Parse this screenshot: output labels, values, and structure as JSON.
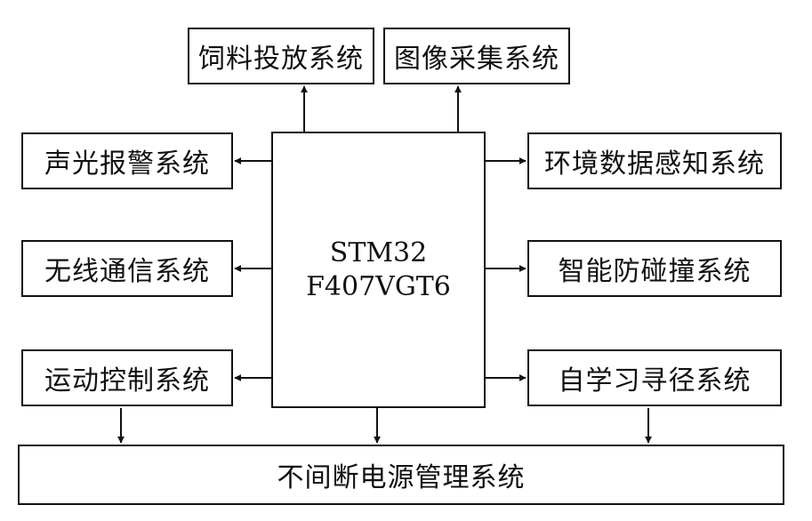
{
  "mcu": {
    "line1": "STM32",
    "line2": "F407VGT6"
  },
  "top": {
    "feeding": "饲料投放系统",
    "image": "图像采集系统"
  },
  "left": {
    "alarm": "声光报警系统",
    "wireless": "无线通信系统",
    "motion": "运动控制系统"
  },
  "right": {
    "environment": "环境数据感知系统",
    "collision": "智能防碰撞系统",
    "pathfinding": "自学习寻径系统"
  },
  "bottom": {
    "power": "不间断电源管理系统"
  },
  "colors": {
    "line": "#111111",
    "background": "#ffffff"
  }
}
